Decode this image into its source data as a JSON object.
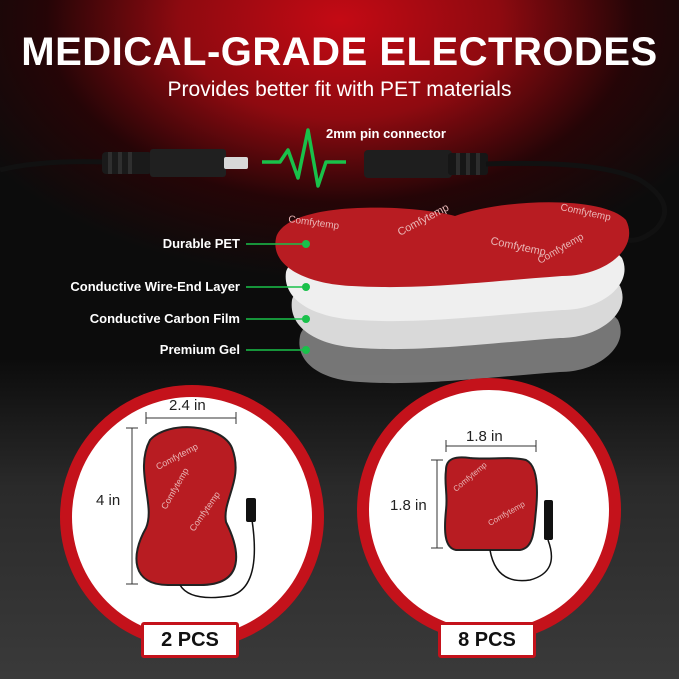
{
  "headline": "MEDICAL-GRADE ELECTRODES",
  "subheadline": "Provides better fit with PET materials",
  "connector_label": "2mm pin connector",
  "brand": "Comfytemp",
  "layers": [
    {
      "label": "Durable PET"
    },
    {
      "label": "Conductive Wire-End Layer"
    },
    {
      "label": "Conductive Carbon Film"
    },
    {
      "label": "Premium Gel"
    }
  ],
  "pads": [
    {
      "width": "2.4 in",
      "height": "4 in",
      "quantity": "2 PCS"
    },
    {
      "width": "1.8 in",
      "height": "1.8 in",
      "quantity": "8 PCS"
    }
  ],
  "colors": {
    "accent_red": "#c4121b",
    "pulse_green": "#19c14a",
    "pad_red": "#b81c22"
  }
}
